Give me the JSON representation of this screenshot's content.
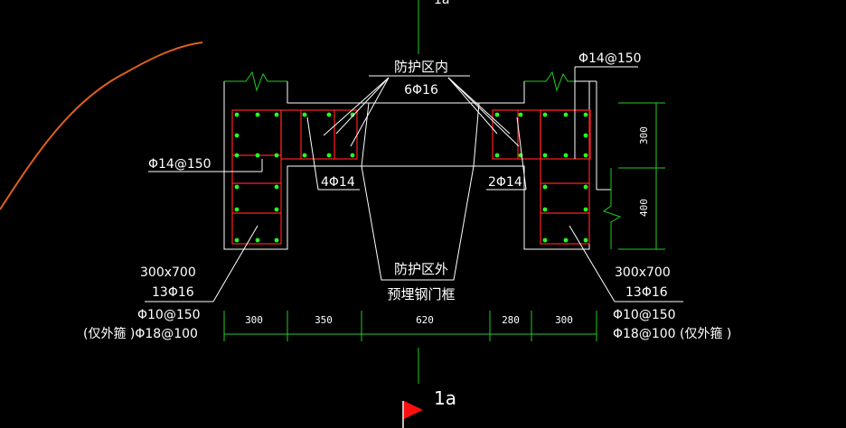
{
  "colors": {
    "background": "#000000",
    "outline": "#ffffff",
    "rebar_frame": "#ff2020",
    "rebar_dot": "#22ff22",
    "axis_line": "#22cc22",
    "arc": "#e0601a",
    "flag": "#ff1010"
  },
  "labels": {
    "axis_top": "1a",
    "axis_bottom": "1a",
    "protect_inner": "防护区内",
    "inner_bars": "6Φ16",
    "protect_outer": "防护区外",
    "embedded_frame": "预埋钢门框",
    "stirrup_top_right": "Φ14@150",
    "stirrup_left": "Φ14@150",
    "bars_4": "4Φ14",
    "bars_2": "2Φ14",
    "left_section": "300x700",
    "left_bars": "13Φ16",
    "right_section": "300x700",
    "right_bars": "13Φ16",
    "left_stirrup_1": "Φ10@150",
    "left_stirrup_2": "(仅外箍 )Φ18@100",
    "right_stirrup_1": "Φ10@150",
    "right_stirrup_2": "Φ18@100 (仅外箍 )"
  },
  "dimensions": {
    "horizontal": [
      "300",
      "350",
      "620",
      "280",
      "300"
    ],
    "vertical": [
      "300",
      "400"
    ]
  }
}
